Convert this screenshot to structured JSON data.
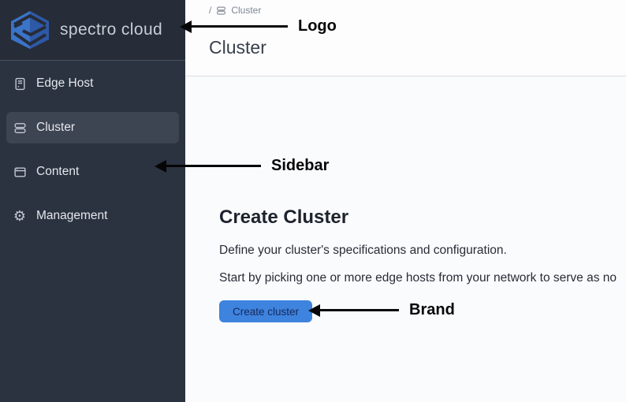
{
  "sidebar": {
    "logo_text": "spectro cloud",
    "items": [
      {
        "label": "Edge Host",
        "icon": "edge-host-icon",
        "selected": false
      },
      {
        "label": "Cluster",
        "icon": "cluster-icon",
        "selected": true
      },
      {
        "label": "Content",
        "icon": "content-icon",
        "selected": false
      },
      {
        "label": "Management",
        "icon": "gear-icon",
        "selected": false
      }
    ]
  },
  "header": {
    "breadcrumb": {
      "separator": "/",
      "item": "Cluster"
    },
    "page_title": "Cluster"
  },
  "main": {
    "heading": "Create Cluster",
    "description": "Define your cluster's specifications and configuration.",
    "instruction": "Start by picking one or more edge hosts from your network to serve as no",
    "create_button_label": "Create cluster"
  },
  "annotations": [
    {
      "label": "Logo"
    },
    {
      "label": "Sidebar"
    },
    {
      "label": "Brand"
    }
  ],
  "colors": {
    "sidebar_bg": "#2b3240",
    "sidebar_header_bg": "#262c38",
    "sidebar_selected_bg": "#3d4452",
    "accent_blue": "#3e83de",
    "annotation_black": "#060606",
    "logo_blue_light": "#3b74c9",
    "logo_blue_dark": "#2d59a6"
  }
}
